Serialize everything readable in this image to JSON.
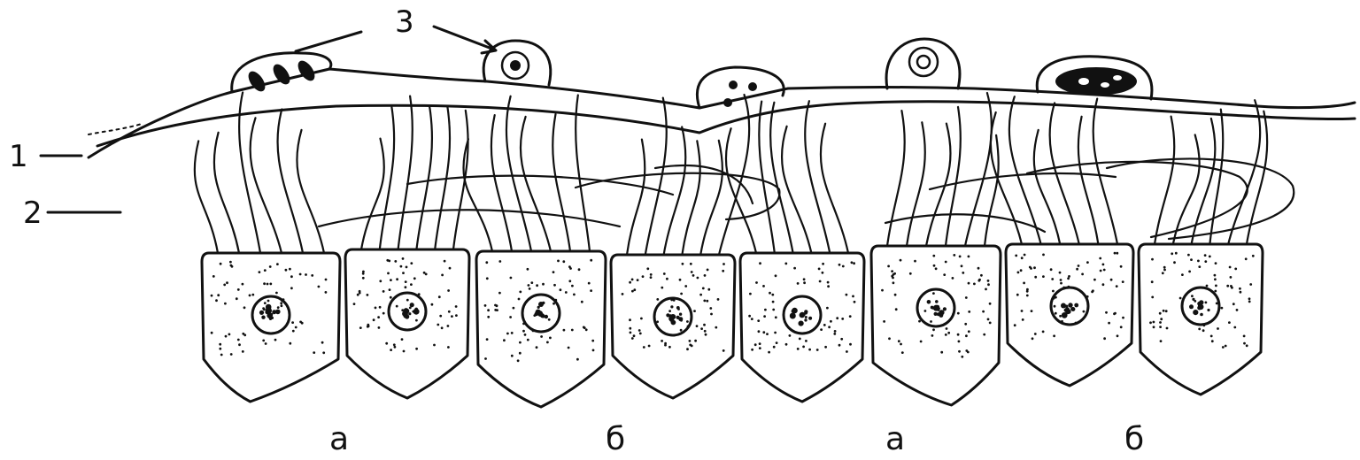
{
  "labels": {
    "membrane": "1",
    "gelatinous_layer": "2",
    "otoliths": "3"
  },
  "cell_types": [
    "а",
    "б",
    "а",
    "б"
  ],
  "colors": {
    "ink": "#111111",
    "background": "#ffffff"
  }
}
